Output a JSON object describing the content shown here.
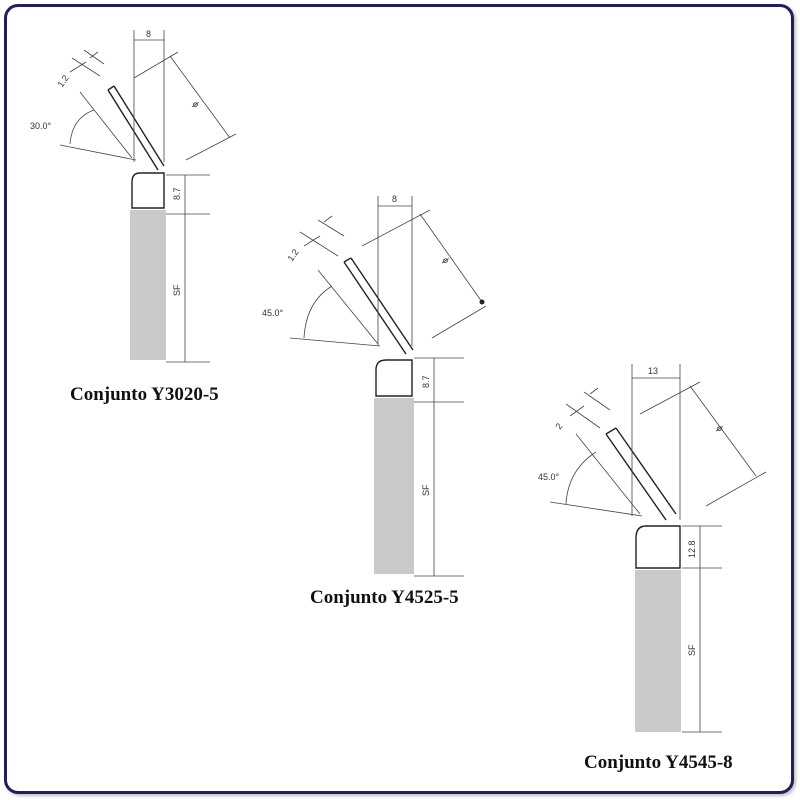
{
  "diagrams": [
    {
      "caption": "Conjunto Y3020-5",
      "angle_label": "30.0°",
      "thickness_label": "1.2",
      "width_label": "8",
      "length_label": "ϕ",
      "base_height_label": "8.7",
      "bristle_label": "SF"
    },
    {
      "caption": "Conjunto Y4525-5",
      "angle_label": "45.0°",
      "thickness_label": "1.2",
      "width_label": "8",
      "length_label": "ϕ",
      "base_height_label": "8.7",
      "bristle_label": "SF"
    },
    {
      "caption": "Conjunto Y4545-8",
      "angle_label": "45.0°",
      "thickness_label": "2",
      "width_label": "13",
      "length_label": "ϕ",
      "base_height_label": "12.8",
      "bristle_label": "SF"
    }
  ],
  "colors": {
    "border": "#1f1f5c",
    "line": "#222222"
  }
}
